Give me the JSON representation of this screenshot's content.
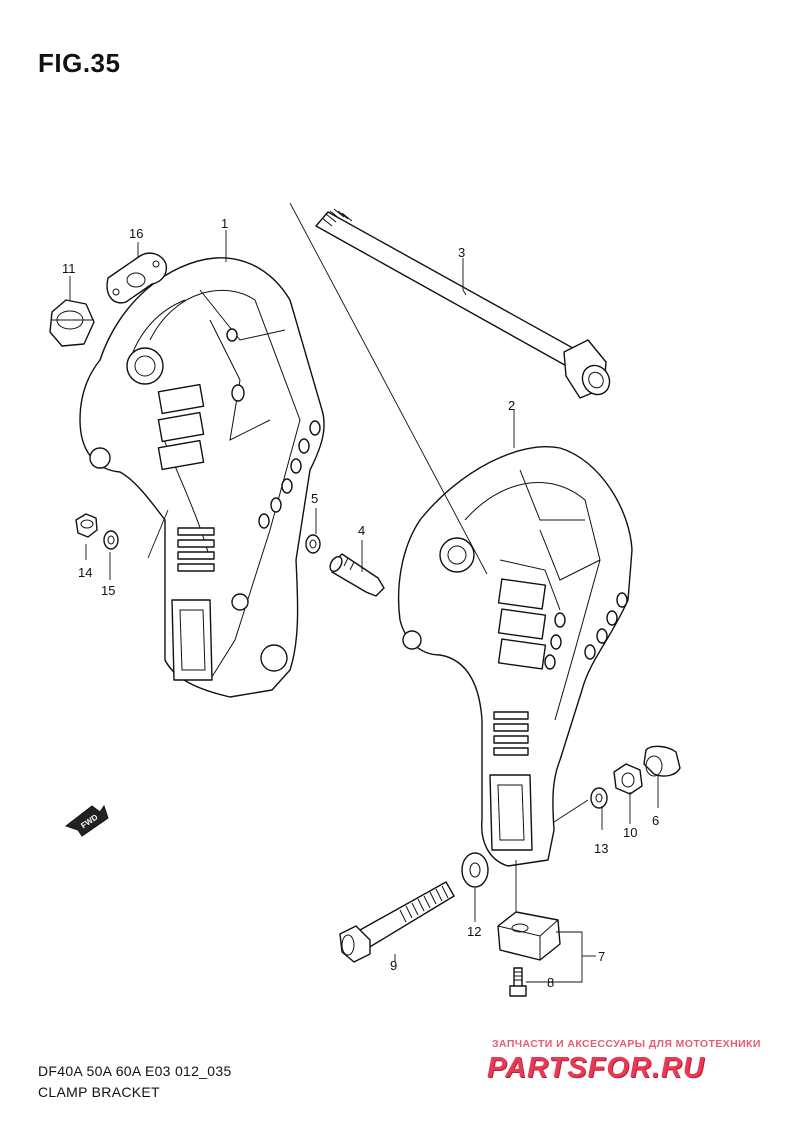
{
  "figure": {
    "title": "FIG.35",
    "fwd_label": "FWD"
  },
  "callouts": {
    "c1": "1",
    "c2": "2",
    "c3": "3",
    "c4": "4",
    "c5": "5",
    "c6": "6",
    "c7": "7",
    "c8": "8",
    "c9": "9",
    "c10": "10",
    "c11": "11",
    "c12": "12",
    "c13": "13",
    "c14": "14",
    "c15": "15",
    "c16": "16"
  },
  "footer": {
    "model_line": "DF40A 50A 60A E03 012_035",
    "caption": "CLAMP BRACKET"
  },
  "watermark": {
    "tagline": "ЗАПЧАСТИ И АКСЕССУАРЫ ДЛЯ МОТОТЕХНИКИ",
    "brand": "PARTSFOR.RU",
    "color": "#e83a55"
  }
}
